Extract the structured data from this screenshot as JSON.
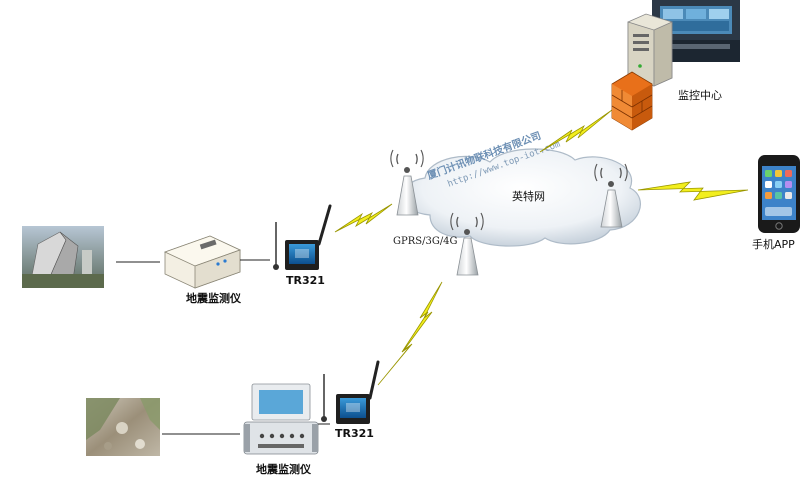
{
  "watermark": {
    "company": "厦门计讯物联科技有限公司",
    "url": "http://www.top-iot.com"
  },
  "cloud": {
    "label": "英特网",
    "network_label": "GPRS/3G/4G"
  },
  "nodes": {
    "monitor_center": "监控中心",
    "mobile_app": "手机APP",
    "device_top": {
      "instrument": "地震监测仪",
      "gateway": "TR321"
    },
    "device_bottom": {
      "instrument": "地震监测仪",
      "gateway": "TR321"
    }
  },
  "colors": {
    "lightning": "#f2ee1e",
    "lightning_edge": "#9a9600",
    "firewall": "#e8701a",
    "cloud": "#eef3f8",
    "link_line": "#222222"
  }
}
